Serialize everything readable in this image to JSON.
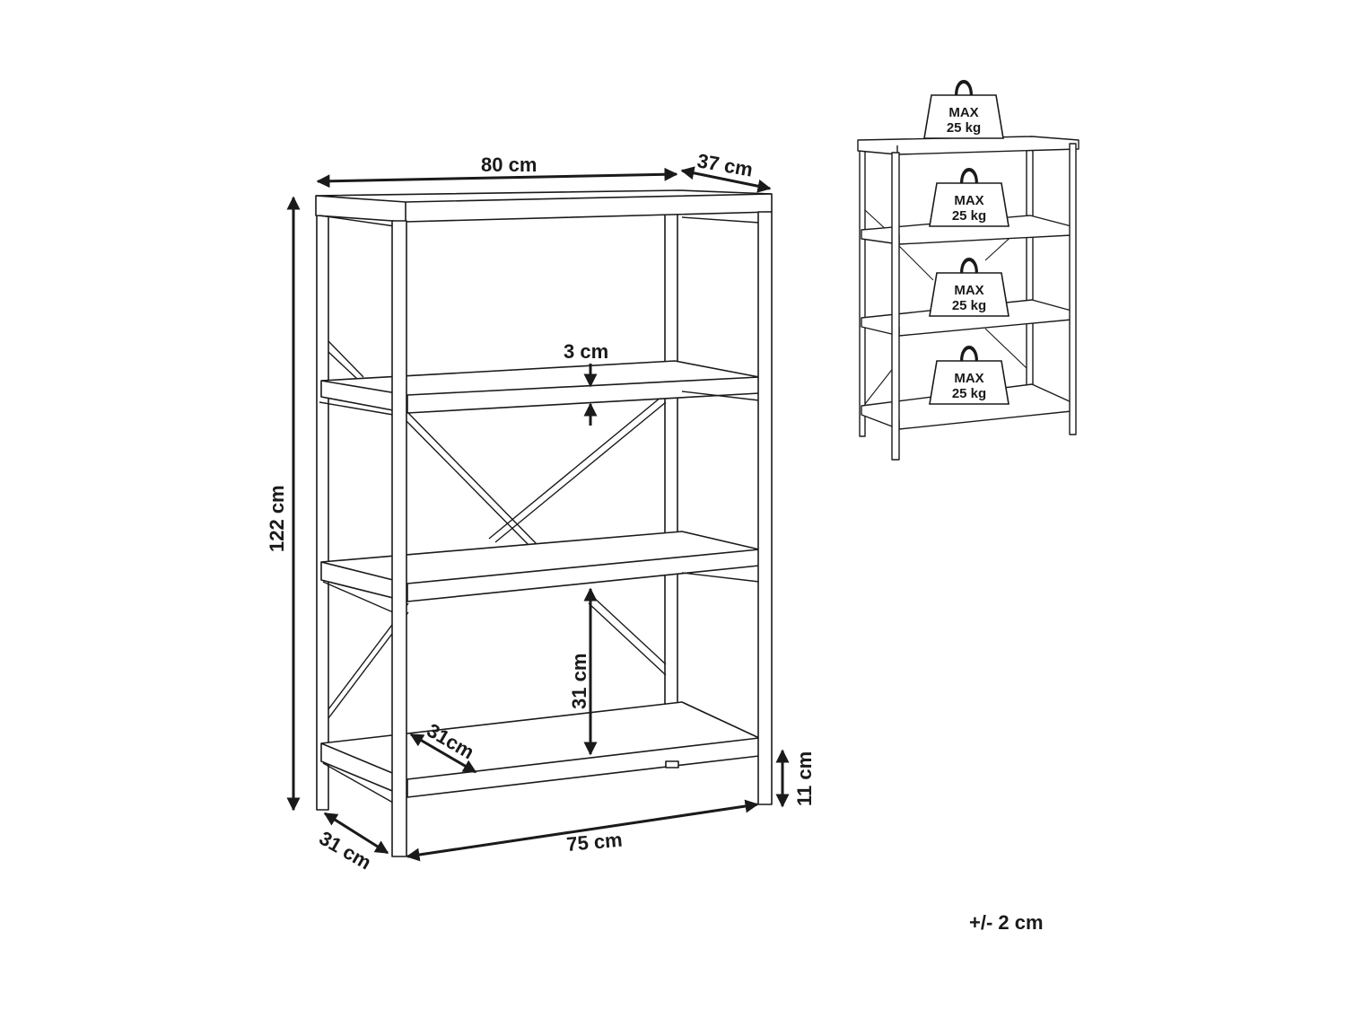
{
  "dimensions": {
    "width": "80 cm",
    "depth": "37 cm",
    "height": "122 cm",
    "shelf_thickness": "3 cm",
    "shelf_spacing": "31 cm",
    "shelf_depth": "31cm",
    "base_depth": "31 cm",
    "inner_width": "75 cm",
    "floor_clearance": "11 cm"
  },
  "load": {
    "max_label": "MAX",
    "weight_label": "25 kg"
  },
  "tolerance": "+/- 2 cm"
}
